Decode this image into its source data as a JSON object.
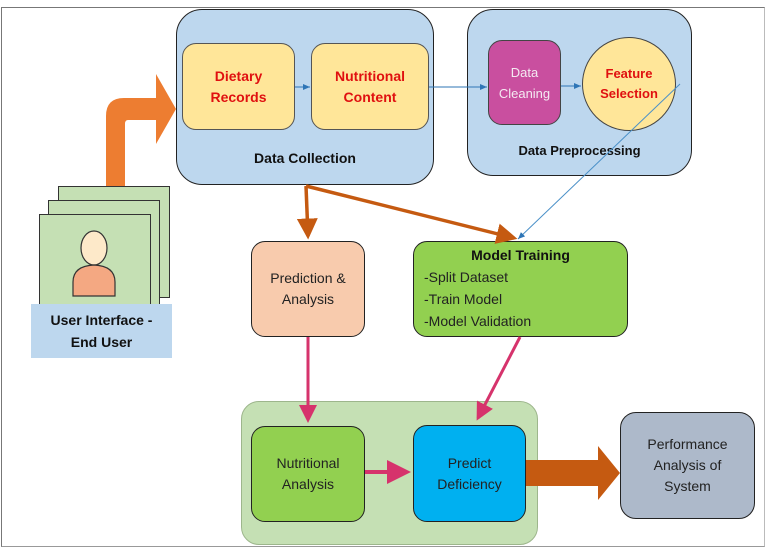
{
  "diagram": {
    "user_interface": {
      "label_line1": "User Interface -",
      "label_line2": "End User"
    },
    "data_collection": {
      "title": "Data Collection",
      "dietary_records": {
        "line1": "Dietary",
        "line2": "Records"
      },
      "nutritional_content": {
        "line1": "Nutritional",
        "line2": "Content"
      }
    },
    "data_preprocessing": {
      "title": "Data Preprocessing",
      "data_cleaning": {
        "line1": "Data",
        "line2": "Cleaning"
      },
      "feature_selection": {
        "line1": "Feature",
        "line2": "Selection"
      }
    },
    "prediction_analysis": {
      "line1": "Prediction &",
      "line2": "Analysis"
    },
    "model_training": {
      "title": "Model Training",
      "steps": [
        "-Split Dataset",
        "-Train Model",
        "-Model Validation"
      ]
    },
    "nutritional_analysis": {
      "line1": "Nutritional",
      "line2": "Analysis"
    },
    "predict_deficiency": {
      "line1": "Predict",
      "line2": "Deficiency"
    },
    "performance_analysis": {
      "line1": "Performance",
      "line2": "Analysis of",
      "line3": "System"
    },
    "colors": {
      "group_blue": "#bdd7ee",
      "yellow_box": "#ffe699",
      "magenta_box": "#c94f9f",
      "peach_box": "#f8cbad",
      "green_box": "#92d050",
      "light_green_group": "#c5e0b4",
      "cyan_box": "#00b0f0",
      "gray_box": "#adb9ca",
      "orange_arrow": "#ed7d31",
      "dark_orange_arrow": "#c55a11",
      "pink_arrow": "#d6336c",
      "blue_line": "#2e75b6",
      "label_red": "#e01010"
    }
  }
}
